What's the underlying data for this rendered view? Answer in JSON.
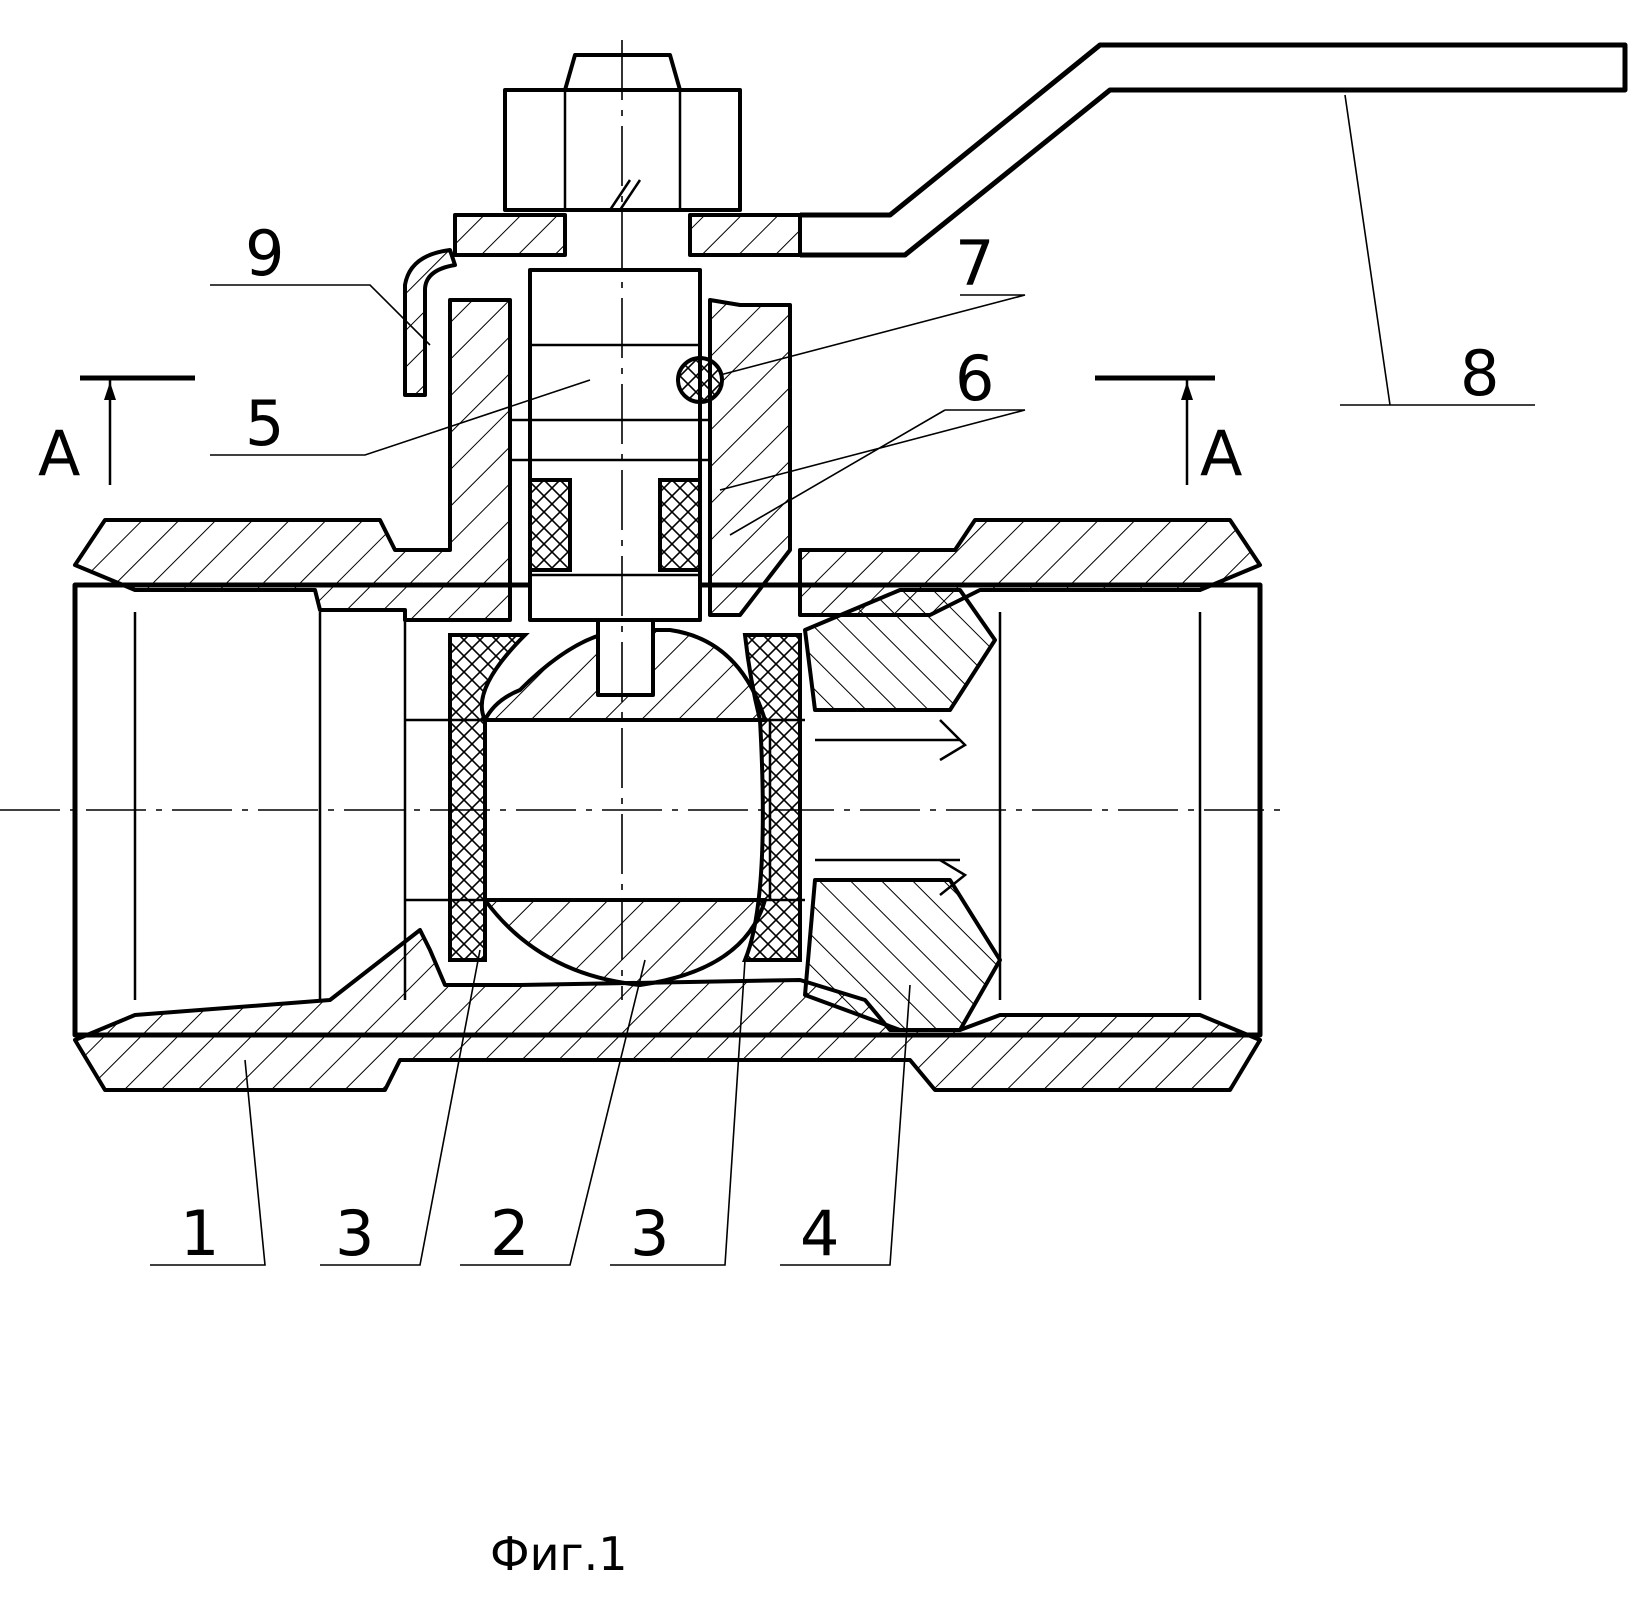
{
  "figure": {
    "caption": "Фиг.1",
    "section_marker": {
      "left": "A",
      "right": "A"
    },
    "part_labels": {
      "body": "1",
      "ball": "2",
      "seat_left": "3",
      "seat_right": "3",
      "insert": "4",
      "stem": "5",
      "packing": "6",
      "ball_detent": "7",
      "handle": "8",
      "stop_plate": "9"
    }
  }
}
